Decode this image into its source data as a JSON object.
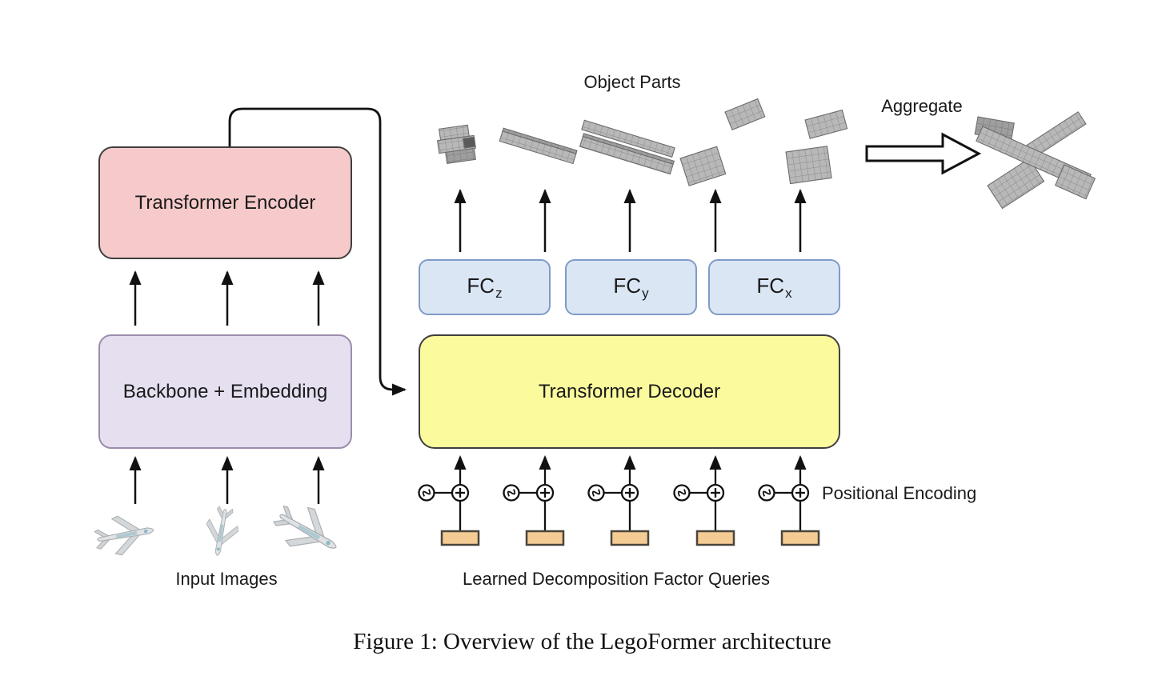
{
  "figure": {
    "caption": "Figure 1: Overview of the LegoFormer architecture",
    "labels": {
      "object_parts": "Object Parts",
      "aggregate": "Aggregate",
      "positional_encoding": "Positional Encoding",
      "input_images": "Input Images",
      "queries": "Learned Decomposition Factor Queries"
    },
    "blocks": {
      "encoder": "Transformer Encoder",
      "backbone": "Backbone + Embedding",
      "decoder": "Transformer Decoder",
      "fc": [
        {
          "label": "FC",
          "sub": "z"
        },
        {
          "label": "FC",
          "sub": "y"
        },
        {
          "label": "FC",
          "sub": "x"
        }
      ]
    },
    "icons": {
      "aggregate_arrow": "block-arrow-right",
      "positional_encoding_unit": "oscillator-plus-adder",
      "flow_arrow": "up-arrow",
      "object_parts": "gray-voxel-part-renders",
      "aggregated_object": "voxel-airplane-render",
      "input_images": "airplane-photo-renders"
    },
    "colors": {
      "encoder_fill": "#f6caca",
      "backbone_fill": "#e5dff0",
      "decoder_fill": "#fbfb9d",
      "fc_fill": "#dbe6f5",
      "fc_border": "#7f9bc8",
      "query_token_fill": "#f4cc93",
      "box_border_dark": "#3f3f3f",
      "arrow_color": "#111111",
      "voxel_gray": "#b8b8b8"
    }
  }
}
